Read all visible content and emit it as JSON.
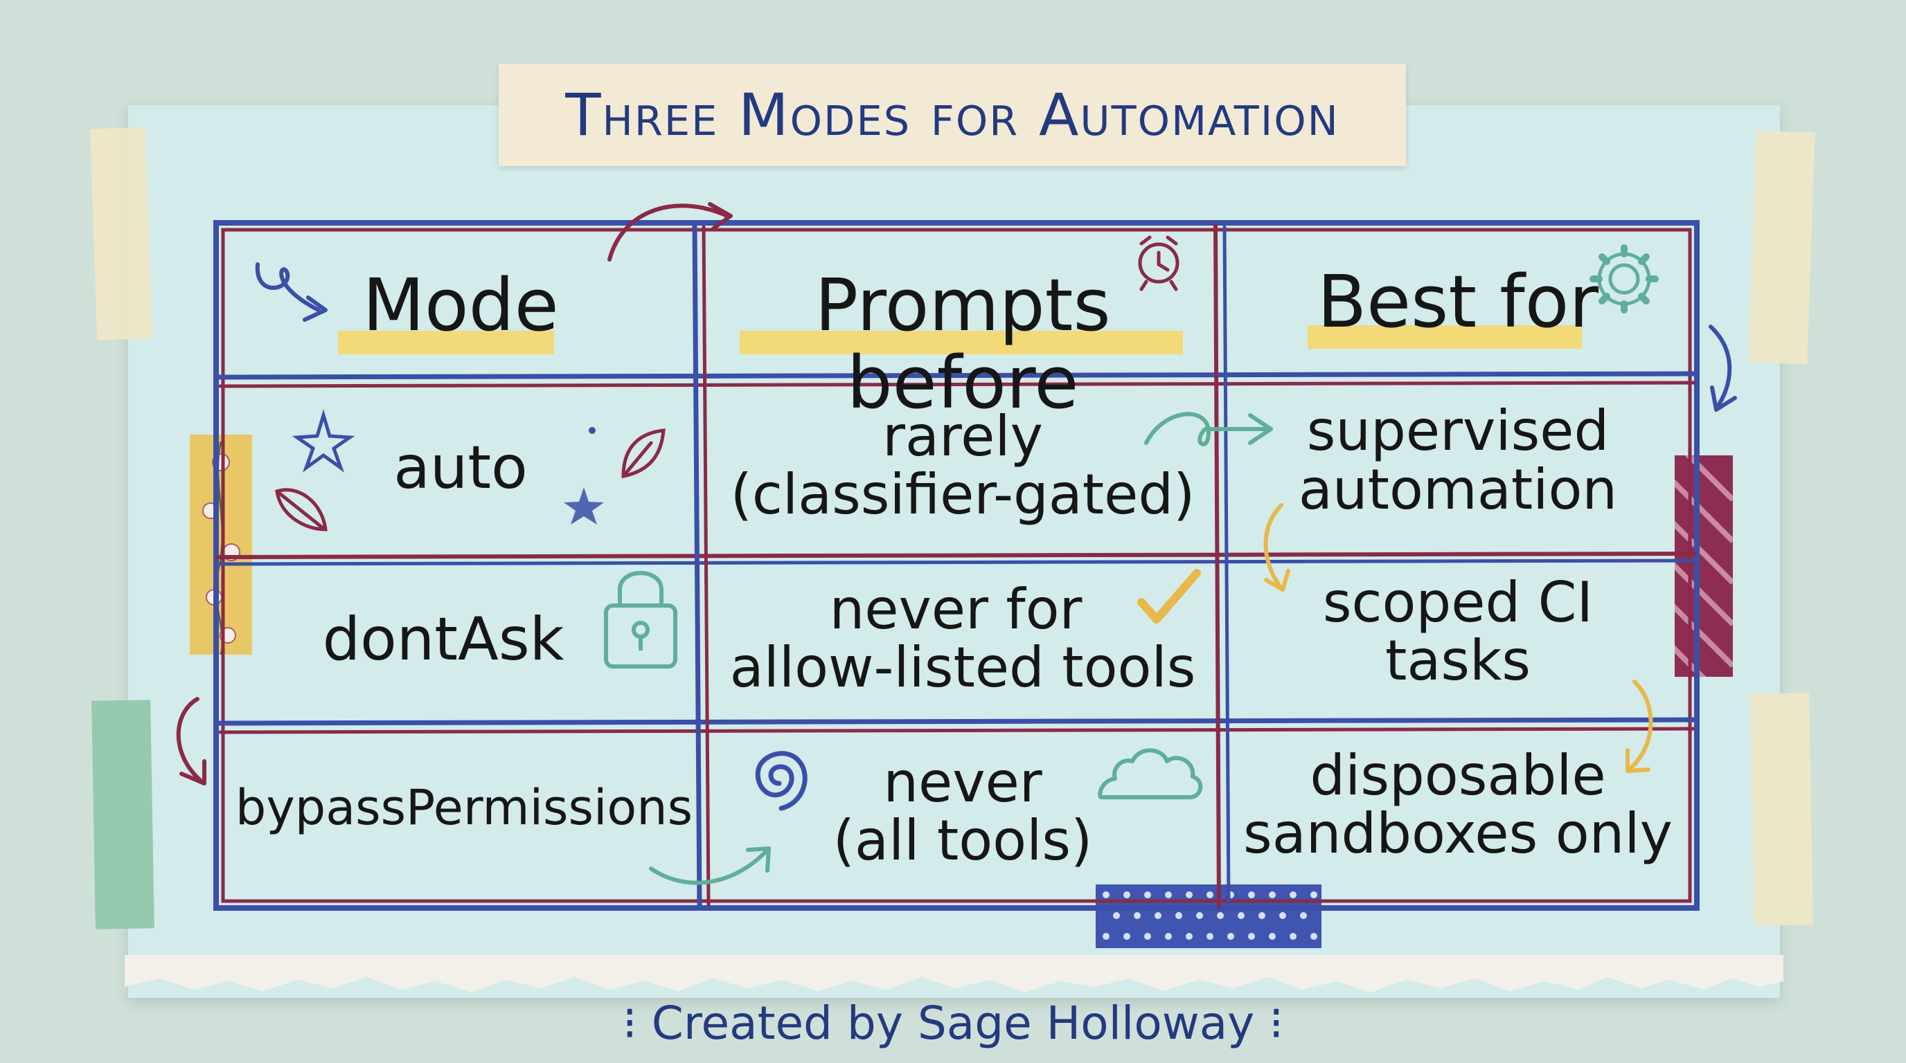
{
  "title": "Three Modes for Automation",
  "table": {
    "headers": [
      "Mode",
      "Prompts before",
      "Best for"
    ],
    "rows": [
      {
        "mode": "auto",
        "prompts_line1": "rarely",
        "prompts_line2": "(classifier-gated)",
        "best_line1": "supervised",
        "best_line2": "automation"
      },
      {
        "mode": "dontAsk",
        "prompts_line1": "never for",
        "prompts_line2": "allow-listed tools",
        "best_line1": "scoped CI",
        "best_line2": "tasks"
      },
      {
        "mode": "bypassPermissions",
        "prompts_line1": "never",
        "prompts_line2": "(all tools)",
        "best_line1": "disposable",
        "best_line2": "sandboxes only"
      }
    ]
  },
  "credit": "Created by Sage Holloway",
  "icons": [
    "clock-icon",
    "gear-icon",
    "star-icon",
    "leaf-icon",
    "padlock-icon",
    "checkmark-icon",
    "spiral-icon",
    "cloud-icon",
    "arrow-icon"
  ],
  "colors": {
    "background": "#cfe0d9",
    "paper": "#d3ebea",
    "banner": "#f3ead6",
    "title_ink": "#233a80",
    "grid_blue": "#3a4fa8",
    "grid_red": "#8a2a48",
    "highlight": "#f4d86a",
    "teal_doodle": "#5fae9b",
    "mustard": "#e8b84a"
  }
}
